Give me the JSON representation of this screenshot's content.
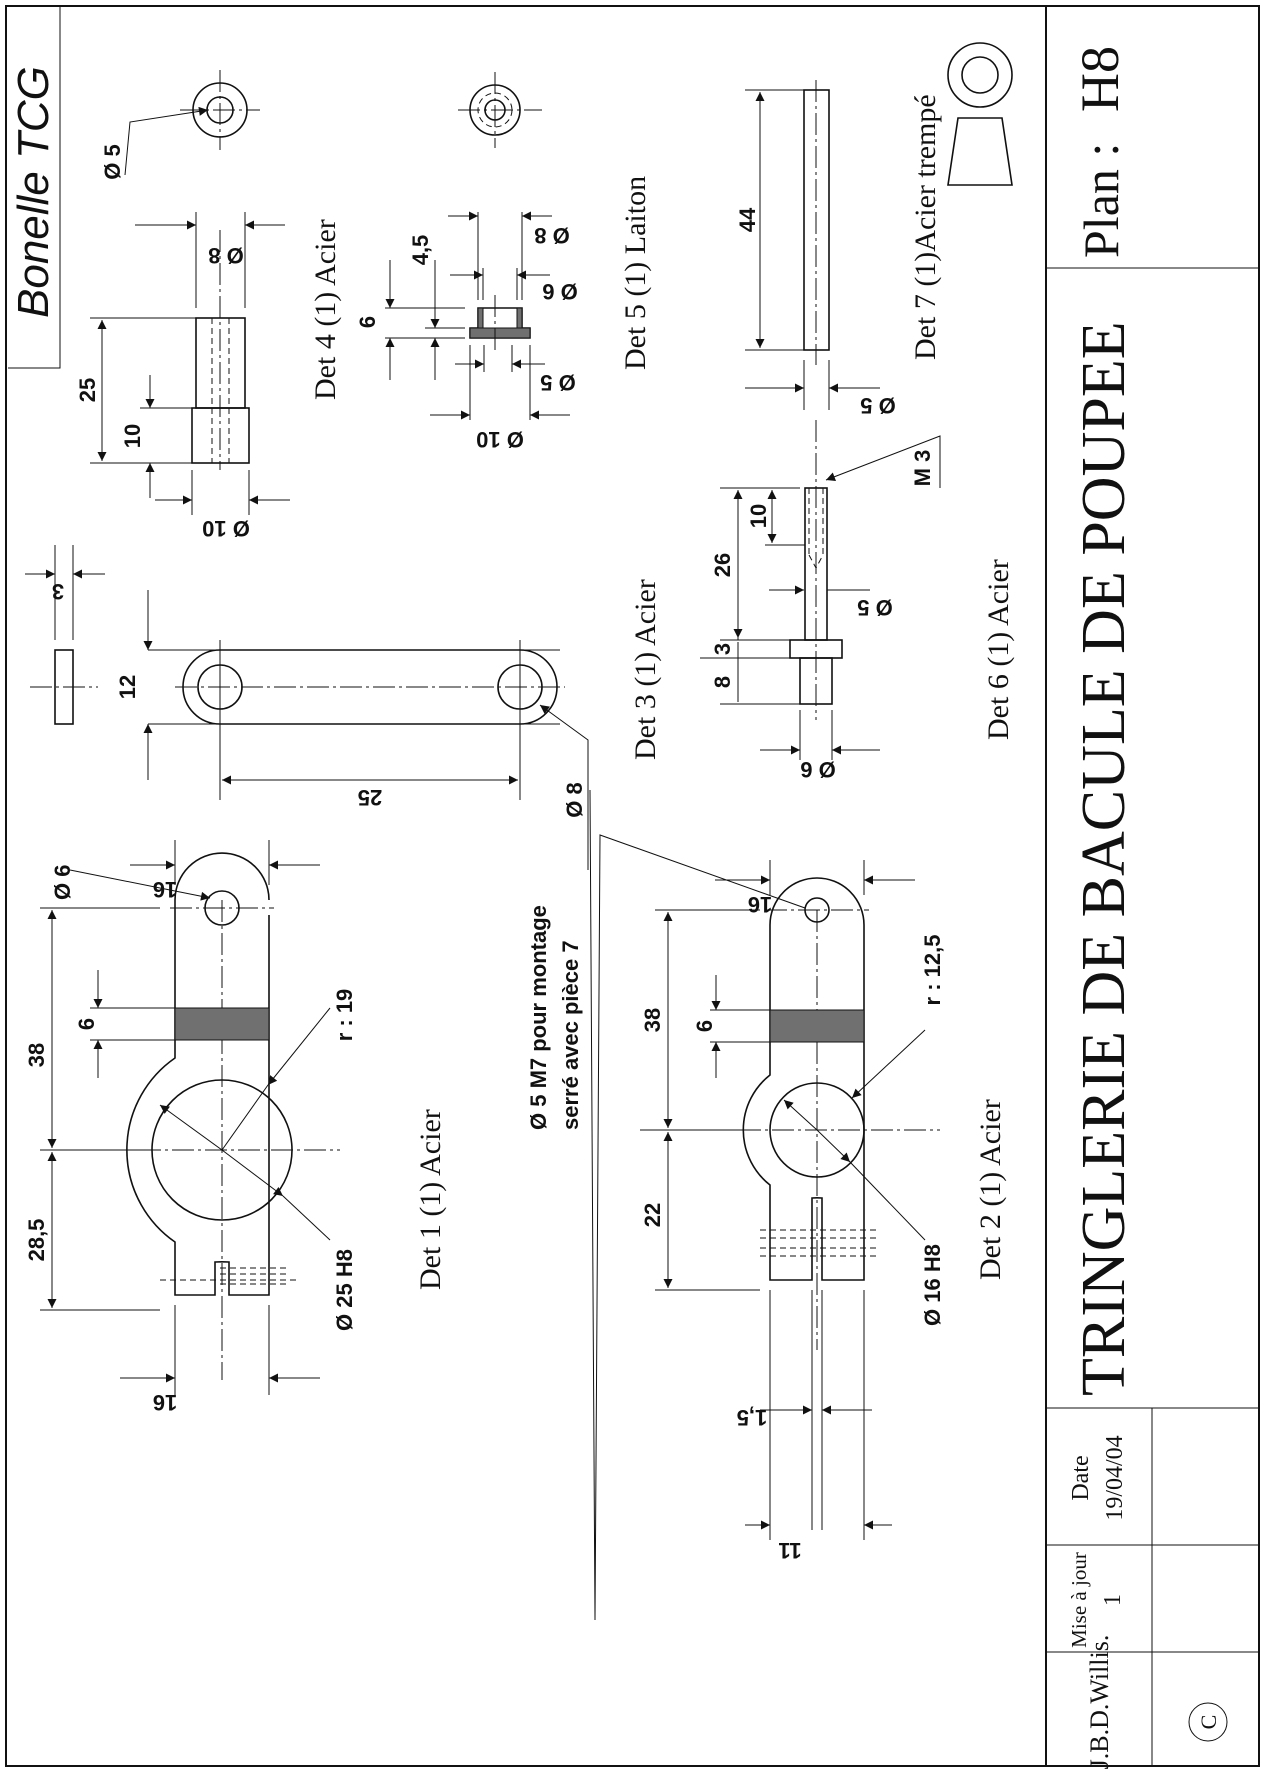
{
  "title_block": {
    "brand": "Bonelle TCG",
    "drawing_title": "TRINGLERIE DE BACULE DE POUPEE",
    "plan_label": "Plan :",
    "plan_value": "H8",
    "date_label": "Date",
    "date_value": "19/04/04",
    "update_label": "Mise à jour",
    "update_value": "1",
    "author": "J.B.D.Willis.",
    "copyright": "C"
  },
  "details": {
    "det1": "Det 1 (1)  Acier",
    "det2": "Det 2 (1) Acier",
    "det3": "Det 3 (1) Acier",
    "det4": "Det 4 (1) Acier",
    "det5": "Det 5 (1)  Laiton",
    "det6": "Det 6 (1) Acier",
    "det7": "Det 7 (1)Acier trempé"
  },
  "dims": {
    "d1_width_a": "16",
    "d1_width_b": "16",
    "d1_hole": "Ø 6",
    "d1_len": "38",
    "d1_offset": "28,5",
    "d1_slot": "6",
    "d1_radius": "r : 19",
    "d1_bore": "Ø 25 H8",
    "d2_width": "16",
    "d2_len": "38",
    "d2_offset": "22",
    "d2_slot": "6",
    "d2_radius": "r : 12,5",
    "d2_bore": "Ø 16 H8",
    "d2_gap": "1,5",
    "d2_boss": "11",
    "note_line1": "Ø 5 M7 pour montage",
    "note_line2": "serré avec pièce 7",
    "d3_width": "12",
    "d3_centres": "25",
    "d3_holes": "Ø 8",
    "d3_thick": "3",
    "d4_total": "25",
    "d4_step": "10",
    "d4_bore": "Ø 5",
    "d4_small": "Ø 8",
    "d4_big": "Ø 10",
    "d5_height": "6",
    "d5_flange": "4,5",
    "d5_d8": "Ø 8",
    "d5_d6": "Ø 6",
    "d5_d5": "Ø 5",
    "d5_d10": "Ø 10",
    "d6_len": "26",
    "d6_thread_len": "10",
    "d6_thread": "M 3",
    "d6_shank": "Ø 5",
    "d6_collar": "3",
    "d6_head": "8",
    "d6_head_d": "Ø 6",
    "d7_len": "44",
    "d7_d": "Ø 5"
  }
}
